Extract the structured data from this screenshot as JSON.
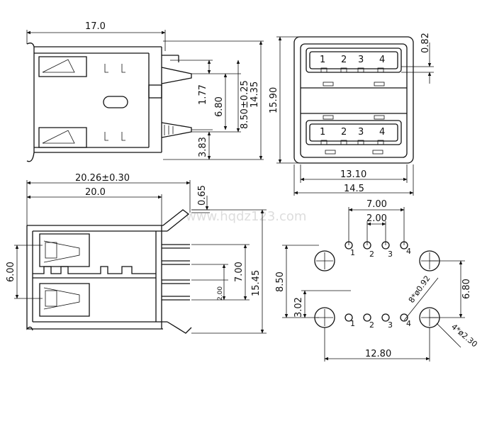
{
  "watermark": "www.hqdz123.com",
  "top_left": {
    "width": "17.0"
  },
  "top_middle": {
    "d1": "1.77",
    "d2": "6.80",
    "d3": "8.50±0.25",
    "d4": "14.35",
    "d5": "3.83"
  },
  "top_right": {
    "height": "15.90",
    "d_top": "0.82",
    "width_inner": "13.10",
    "width_outer": "14.5",
    "pins": [
      "1",
      "2",
      "3",
      "4"
    ]
  },
  "bottom_left": {
    "overall": "20.26±0.30",
    "body": "20.0",
    "d1": "0.65",
    "d2": "6.00",
    "d3": "7.00",
    "d4": "2.00",
    "d5": "15.45"
  },
  "footprint": {
    "w1": "7.00",
    "w2": "2.00",
    "h1": "8.50",
    "h2": "3.02",
    "h3": "6.80",
    "w3": "12.80",
    "hole1": "8*ø0.92",
    "hole2": "4*ø2.30",
    "pins": [
      "1",
      "2",
      "3",
      "4"
    ]
  }
}
